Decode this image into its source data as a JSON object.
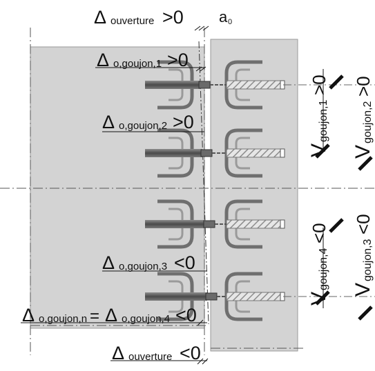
{
  "colors": {
    "block": "#d3d3d3",
    "block_edge": "#8a8a8a",
    "dowel_dark": "#5e5e5e",
    "ink": "#111111",
    "hatch": "#9a9a9a"
  },
  "labels": {
    "delta": "Δ",
    "ouverture_sub": "ouverture",
    "gt0": ">0",
    "lt0": "<0",
    "a0_main": "a",
    "a0_sub": "0",
    "dg1_sub": "o,goujon,1",
    "dg2_sub": "o,goujon,2",
    "dg3_sub": "o,goujon,3",
    "dgn_sub": "o,goujon,n",
    "equals": " = ",
    "dg4_sub": "o,goujon,4",
    "v_main": "V",
    "v1_sub": "goujon,1",
    "v2_sub": "goujon,2",
    "v3_sub": "goujon,3",
    "v4_sub": "goujon,4"
  },
  "icons": [
    "dowel-icon",
    "stirrup-icon",
    "hatched-sleeve-icon"
  ]
}
